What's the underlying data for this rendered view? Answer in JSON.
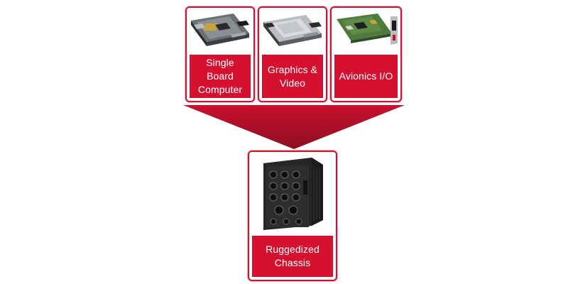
{
  "colors": {
    "accent": "#d6112f",
    "funnel_top": "#c8102e",
    "funnel_bottom": "#8e0f22",
    "label_text": "#ffffff"
  },
  "sources": [
    {
      "label": "Single\nBoard\nComputer",
      "icon": "single-board-computer-photo"
    },
    {
      "label": "Graphics &\nVideo",
      "icon": "graphics-video-board-photo"
    },
    {
      "label": "Avionics I/O",
      "icon": "avionics-io-board-photo"
    }
  ],
  "target": {
    "label": "Ruggedized\nChassis",
    "icon": "rugged-chassis-photo"
  }
}
